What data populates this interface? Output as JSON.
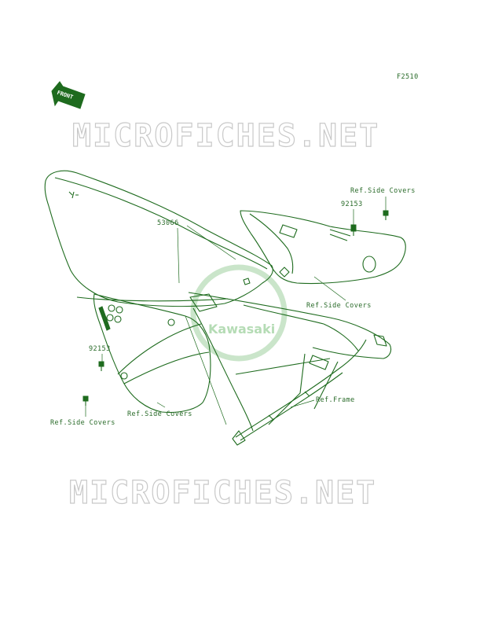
{
  "figure_code": "F2510",
  "front_arrow_label": "FRONT",
  "watermark_text": "MICROFICHES.NET",
  "brand_logo_text": "Kawasaki",
  "labels": {
    "seat_part_no": "53066",
    "bolt_upper_part_no": "92153",
    "bolt_lower_part_no": "92153",
    "ref_side_covers_upper": "Ref.Side Covers",
    "ref_side_covers_right": "Ref.Side Covers",
    "ref_side_covers_center": "Ref.Side Covers",
    "ref_side_covers_lower_left": "Ref.Side Covers",
    "ref_frame": "Ref.Frame"
  },
  "colors": {
    "line": "#1e6b1e",
    "label": "#2a6b2a",
    "watermark": "#c9c9c9",
    "logo": "#a9d6a9"
  }
}
